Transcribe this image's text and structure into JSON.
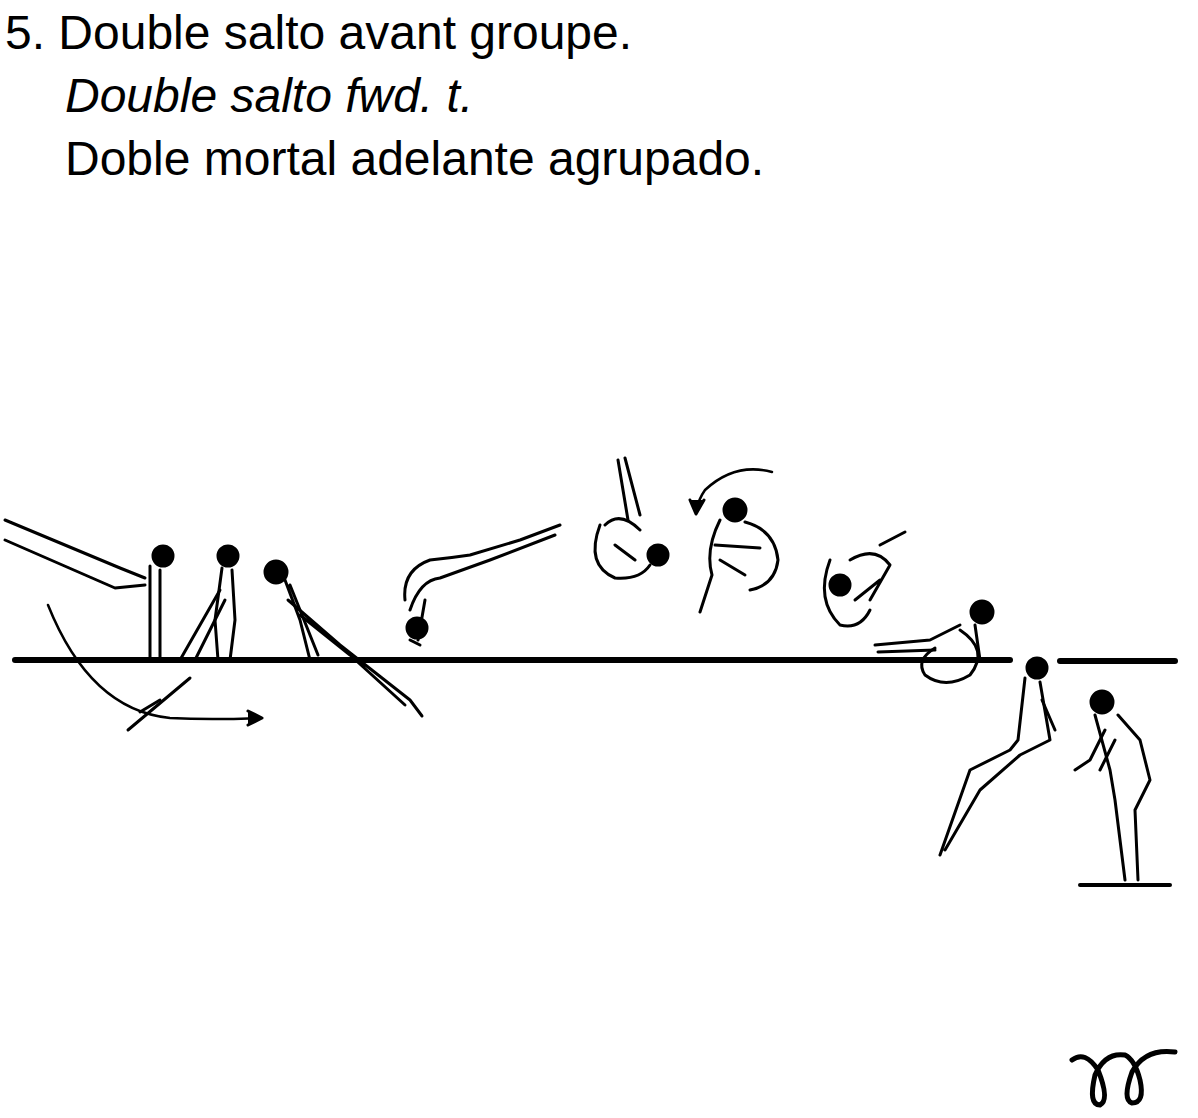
{
  "diagram": {
    "labels": [
      "5. Double salto avant groupe.",
      "Double salto fwd. t.",
      "Doble mortal adelante agrupado."
    ]
  }
}
